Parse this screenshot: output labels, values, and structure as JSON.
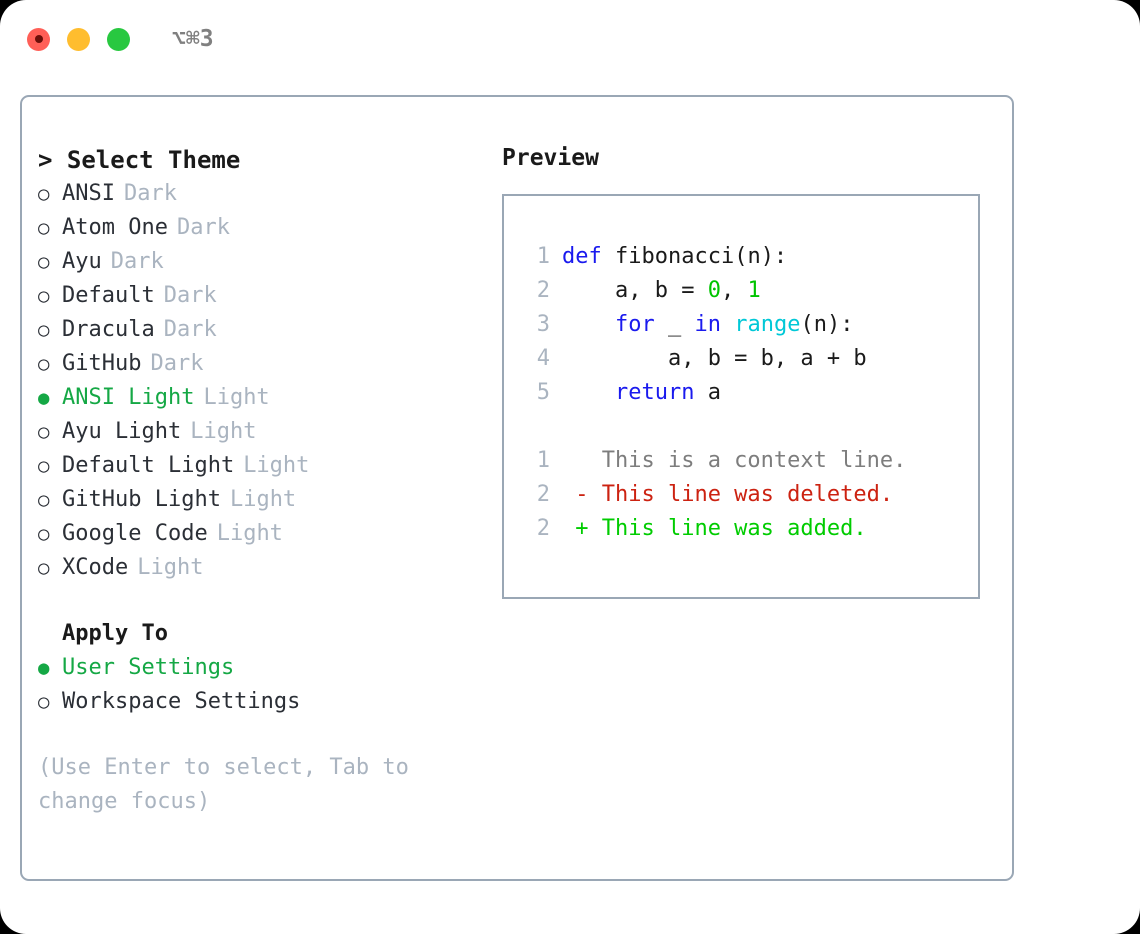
{
  "window": {
    "title": "⌥⌘3",
    "traffic_lights": [
      {
        "name": "close",
        "color": "#ff5f57"
      },
      {
        "name": "minimize",
        "color": "#ffbd2e"
      },
      {
        "name": "maximize",
        "color": "#28c840"
      }
    ]
  },
  "theme_panel": {
    "heading": "> Select Theme",
    "selected_bullet": "●",
    "unselected_bullet": "○",
    "items": [
      {
        "name": "ANSI",
        "variant": "Dark",
        "selected": false
      },
      {
        "name": "Atom One",
        "variant": "Dark",
        "selected": false
      },
      {
        "name": "Ayu",
        "variant": "Dark",
        "selected": false
      },
      {
        "name": "Default",
        "variant": "Dark",
        "selected": false
      },
      {
        "name": "Dracula",
        "variant": "Dark",
        "selected": false
      },
      {
        "name": "GitHub",
        "variant": "Dark",
        "selected": false
      },
      {
        "name": "ANSI Light",
        "variant": "Light",
        "selected": true
      },
      {
        "name": "Ayu Light",
        "variant": "Light",
        "selected": false
      },
      {
        "name": "Default Light",
        "variant": "Light",
        "selected": false
      },
      {
        "name": "GitHub Light",
        "variant": "Light",
        "selected": false
      },
      {
        "name": "Google Code",
        "variant": "Light",
        "selected": false
      },
      {
        "name": "XCode",
        "variant": "Light",
        "selected": false
      }
    ],
    "apply_to_label": "Apply To",
    "apply_to_items": [
      {
        "name": "User Settings",
        "selected": true
      },
      {
        "name": "Workspace Settings",
        "selected": false
      }
    ],
    "hint": "(Use Enter to select, Tab to change focus)"
  },
  "preview": {
    "title": "Preview",
    "code_lines": [
      {
        "num": "1",
        "tokens": [
          {
            "t": "def",
            "c": "kw"
          },
          {
            "t": " fibonacci(n):",
            "c": "plain"
          }
        ]
      },
      {
        "num": "2",
        "tokens": [
          {
            "t": "    a, b = ",
            "c": "plain"
          },
          {
            "t": "0",
            "c": "num"
          },
          {
            "t": ", ",
            "c": "plain"
          },
          {
            "t": "1",
            "c": "num"
          }
        ]
      },
      {
        "num": "3",
        "tokens": [
          {
            "t": "    ",
            "c": "plain"
          },
          {
            "t": "for",
            "c": "kw"
          },
          {
            "t": " _ ",
            "c": "plain"
          },
          {
            "t": "in",
            "c": "kw"
          },
          {
            "t": " ",
            "c": "plain"
          },
          {
            "t": "range",
            "c": "fn"
          },
          {
            "t": "(n):",
            "c": "plain"
          }
        ]
      },
      {
        "num": "4",
        "tokens": [
          {
            "t": "        a, b = b, a + b",
            "c": "plain"
          }
        ]
      },
      {
        "num": "5",
        "tokens": [
          {
            "t": "    ",
            "c": "plain"
          },
          {
            "t": "return",
            "c": "kw"
          },
          {
            "t": " a",
            "c": "plain"
          }
        ]
      }
    ],
    "diff_lines": [
      {
        "num": "1",
        "marker": " ",
        "text": " This is a context line.",
        "kind": "ctx"
      },
      {
        "num": "2",
        "marker": "-",
        "text": " This line was deleted.",
        "kind": "del"
      },
      {
        "num": "2",
        "marker": "+",
        "text": " This line was added.",
        "kind": "add"
      }
    ]
  },
  "colors": {
    "accent_green": "#15a845",
    "muted": "#aab4c0",
    "border": "#9aa7b5",
    "keyword": "#1a1aee",
    "function": "#00c8d7",
    "number": "#00c400",
    "diff_delete": "#cc2211",
    "diff_add": "#00cc00",
    "diff_context": "#7d7d7d"
  }
}
